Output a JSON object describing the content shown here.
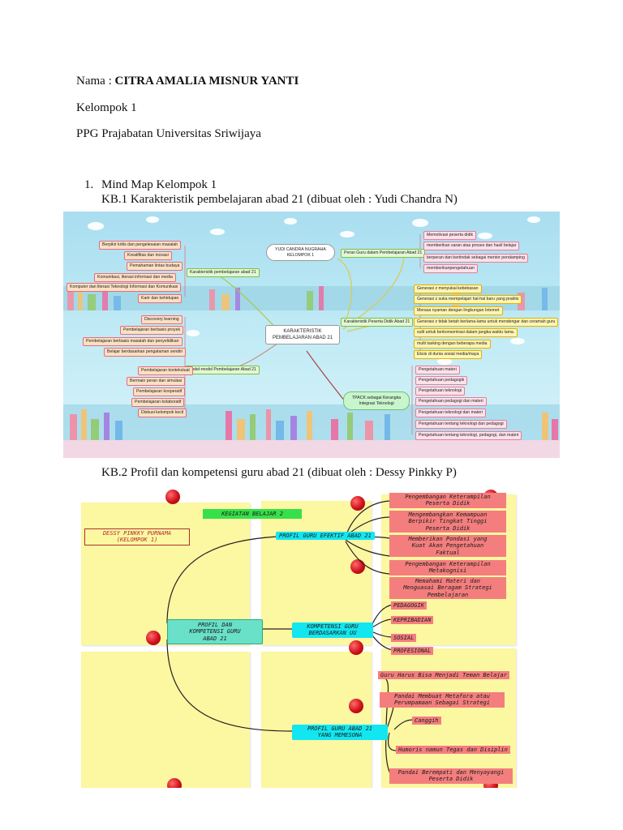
{
  "header": {
    "name_label": "Nama : ",
    "name_value": "CITRA AMALIA MISNUR YANTI",
    "group": "Kelompok 1",
    "program": "PPG Prajabatan Universitas Sriwijaya"
  },
  "section1": {
    "number": "1.",
    "title": "Mind Map Kelompok 1",
    "kb1_caption": "KB.1 Karakteristik pembelajaran abad 21 (dibuat oleh : Yudi Chandra N)",
    "kb2_caption": "KB.2 Profil dan kompetensi guru abad 21  (dibuat oleh : Dessy Pinkky P)"
  },
  "mindmap1": {
    "center": [
      "KARAKTERISTIK",
      "PEMBELAJARAN  ABAD 21"
    ],
    "author": [
      "YUDI CANDRA NUGRAHA",
      "KELOMPOK 1"
    ],
    "branch_tl": "Karakteristik pembelajaran abad 21",
    "branch_tl_items": [
      "Berpikir kritis dan pengelesaian masalah",
      "Kreatifitas dan inovasi",
      "Pemahaman lintas budaya",
      "Komunikasi, literasi informasi dan media",
      "Komputer  dan literasi Teknologi Informasi dan Komunikasi",
      "Karir dan kehidupan"
    ],
    "branch_bl": "Model-model Pembelajaran Abad 21",
    "branch_bl_items": [
      "Discovery learning",
      "Pembelajaran berbasis proyek",
      "Pembelajaran berbasis masalah dan penyelidikan",
      "Belajar berdasarkan pengalaman sendiri",
      "Pembelajaran kontekstual",
      "Bermain peran dan simulasi",
      "Pembelajaran kooperatif",
      "Pembelajaran kolaboratif",
      "Diskusi kelompok kecil"
    ],
    "branch_tr": "Peran Guru dalam Pembelajaran Abad 21",
    "branch_tr_items": [
      "Memotivasi peserta didik",
      "memberikan saran atas proses dan hasil belajar",
      "berperan dan bertindak sebagai mentor pendamping",
      "memberikanpengetahuan"
    ],
    "branch_mr": "Karakteristik Peserta Didik Abad 21",
    "branch_mr_items": [
      "Generasi z menyukai kebebasan",
      "Generasi z suka mempelajari hal-hal baru yang praktis",
      "Merasa nyaman dengan lingkungan Internet",
      "Generasi z tidak betah berlama-lama untuk mendengar dan ceramah guru",
      "sulit untuk berkonsentrasi dalam jangka waktu lama.",
      "multi tasking dengan beberapa media",
      "Eksis di dunia sosial media/maya"
    ],
    "branch_br": [
      "TPACK sebagai Kerangka",
      "Integrasi Teknologi"
    ],
    "branch_br_items": [
      "Pengetahuan materi",
      "Pengetahuan pedagogik",
      "Pengetahuan teknologi",
      "Pengetahuan pedagogi dan materi",
      "Pengetahuan teknologi dan materi",
      "Pengetahuan tentang teknologi dan pedagogi",
      "Pengetahuan tentang teknologi, pedagogi, dan materi"
    ]
  },
  "mindmap2": {
    "title": "KEGIATAN BELAJAR 2",
    "author": [
      "DESSY PINKKY PURNAMA",
      "(KELOMPOK 1)"
    ],
    "root": [
      "PROFIL DAN",
      "KOMPETENSI GURU",
      "ABAD 21"
    ],
    "b1": "PROFIL GURU EFEKTIF ABAD 21",
    "b1_items": [
      [
        "Pengembangan Keterampilan",
        "Peserta Didik"
      ],
      [
        "Mengembangkan  Kemampuan",
        "Berpikir Tingkat Tinggi",
        "Peserta Didik"
      ],
      [
        "Memberikan Pondasi yang",
        "Kuat Akan Pengetahuan",
        "Faktual"
      ],
      [
        "Pengembangan Keterampilan",
        "Metakognisi"
      ],
      [
        "Memahami Materi dan",
        "Menguasai Beragam Strategi",
        "Pembelajaran"
      ]
    ],
    "b2": [
      "KOMPETENSI GURU",
      "BERDASARKAN UU"
    ],
    "b2_items": [
      "PEDAGOGIK",
      "KEPRIBADIAN",
      "SOSIAL",
      "PROFESIONAL"
    ],
    "b3": [
      "PROFIL GURU ABAD 21",
      "YANG MEMESONA"
    ],
    "b3_items": [
      [
        "Guru Harus Bisa Menjadi Teman Belajar"
      ],
      [
        "Pandai Membuat Metafora atau",
        "Perumpamaan Sebagai Strategi"
      ],
      [
        "Canggih"
      ],
      [
        "Humoris namun Tegas dan Disiplin"
      ],
      [
        "Pandai Berempati dan Menyayangi",
        "Peserta Didik"
      ]
    ]
  }
}
